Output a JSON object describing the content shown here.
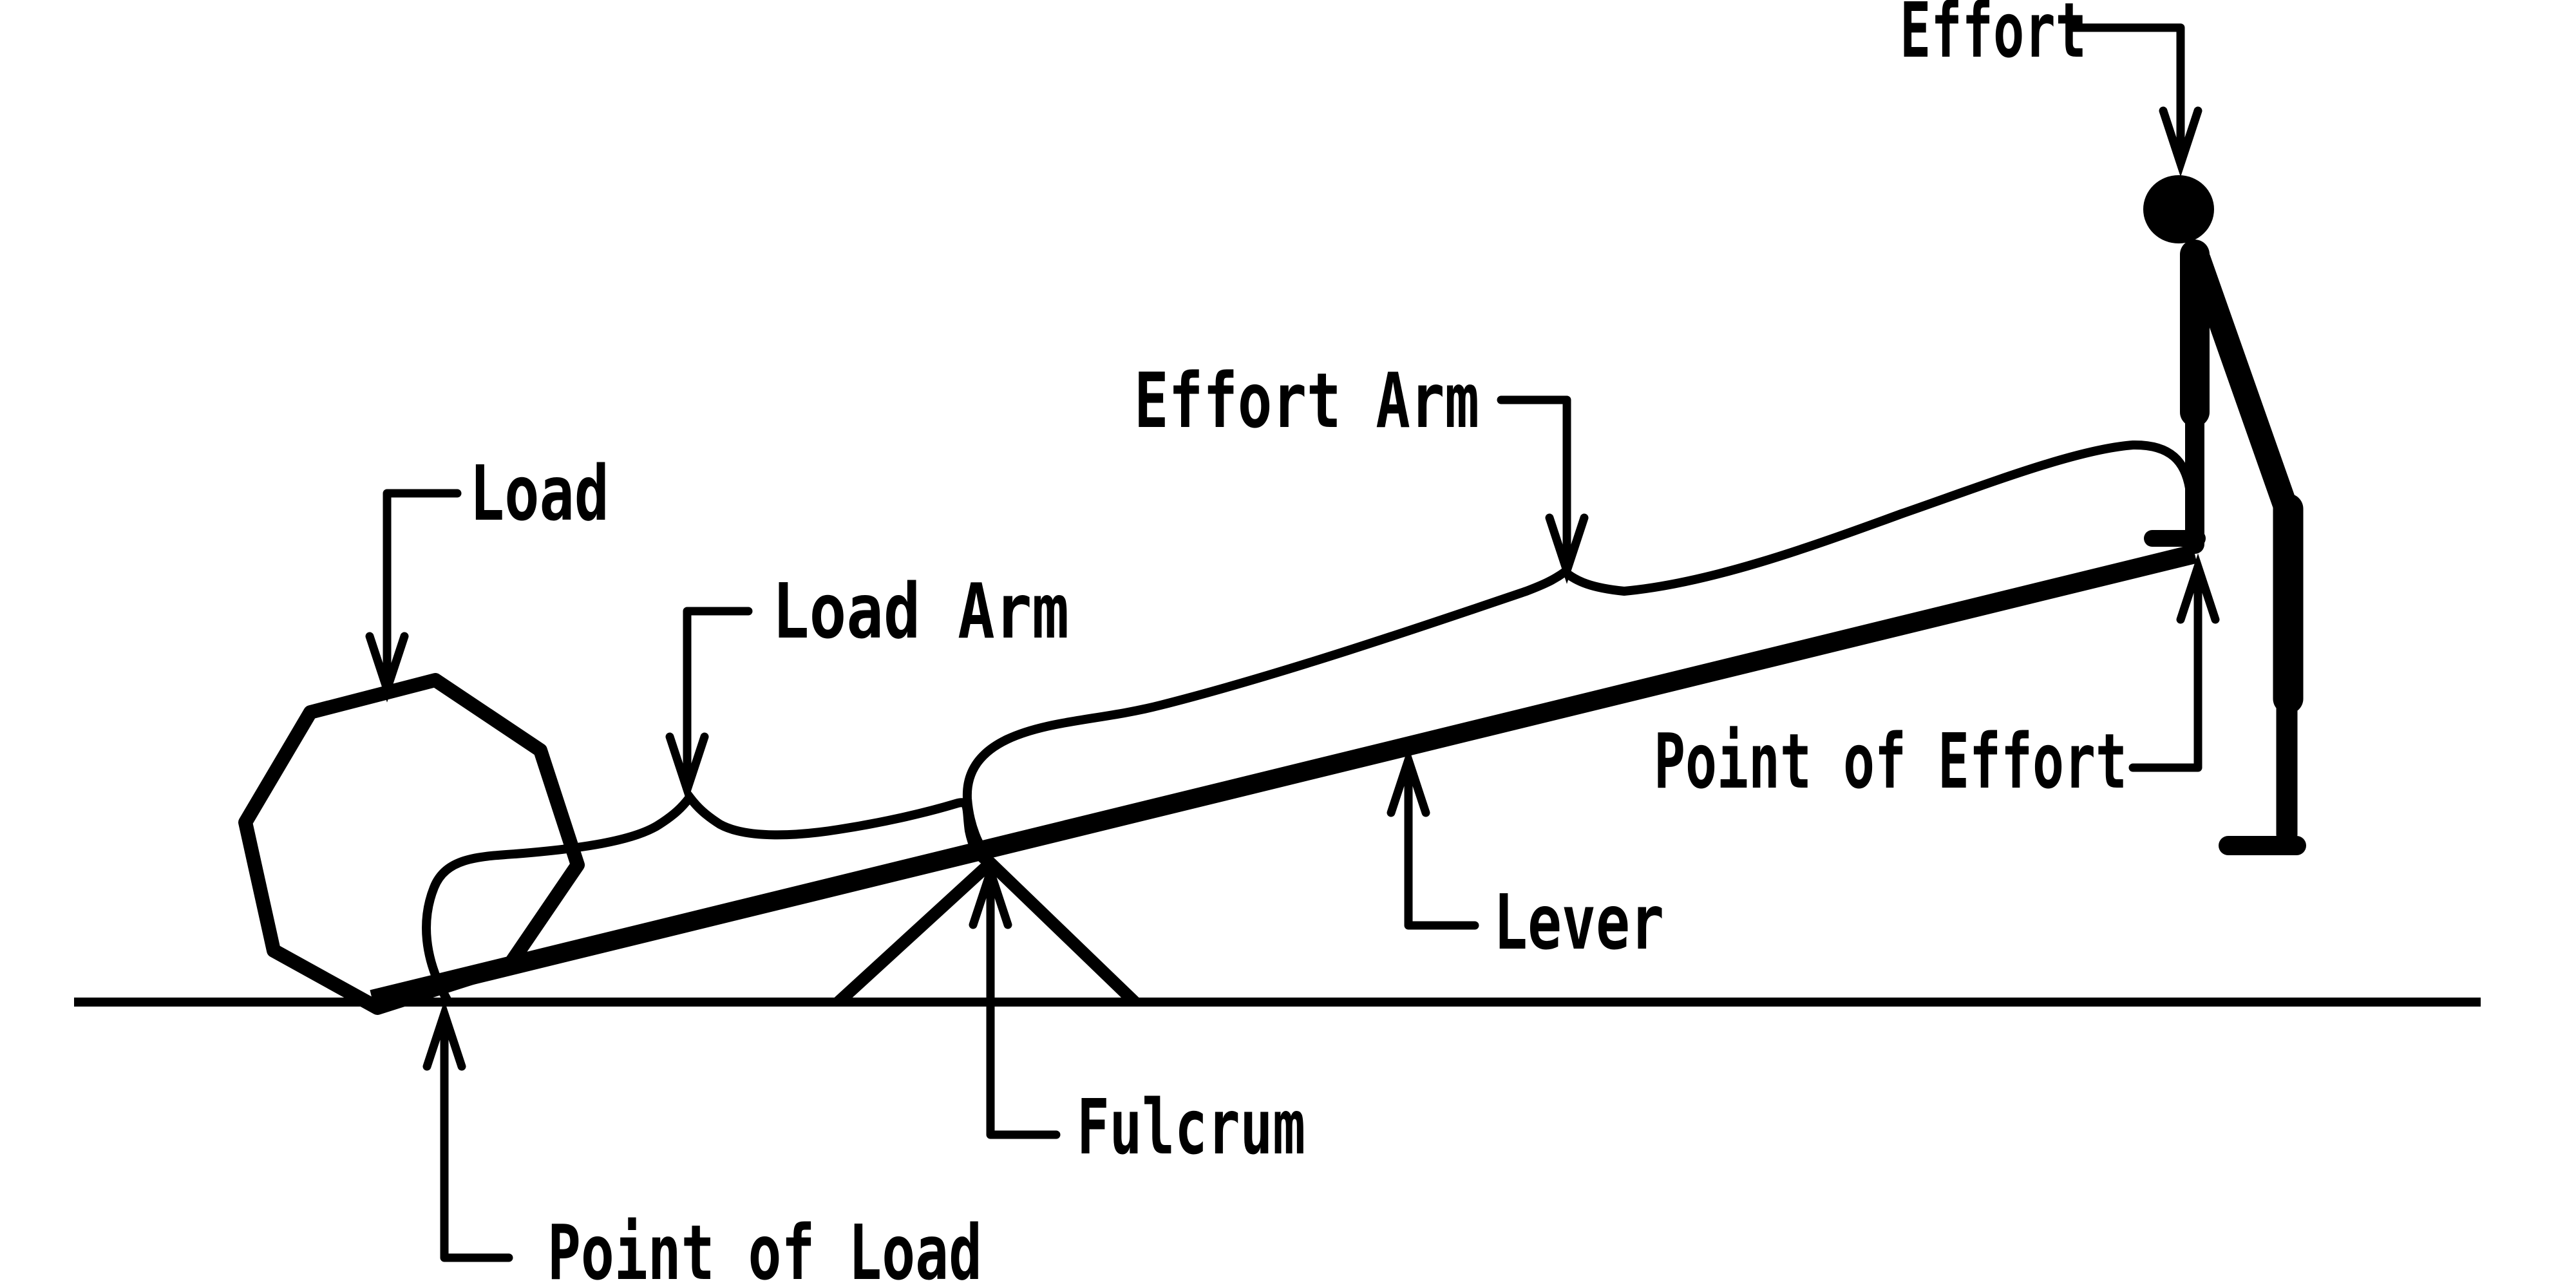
{
  "diagram": {
    "type": "lever-mechanics-diagram",
    "colors": {
      "ink": "#000000",
      "background": "#ffffff"
    },
    "labels": {
      "effort": "Effort",
      "effort_arm": "Effort Arm",
      "load": "Load",
      "load_arm": "Load Arm",
      "point_of_effort": "Point of Effort",
      "lever": "Lever",
      "fulcrum": "Fulcrum",
      "point_of_load": "Point of Load"
    }
  }
}
